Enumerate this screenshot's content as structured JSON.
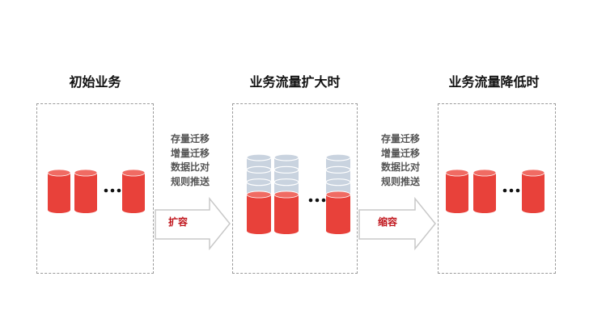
{
  "stages": [
    {
      "title": "初始业务"
    },
    {
      "title": "业务流量扩大时"
    },
    {
      "title": "业务流量降低时"
    }
  ],
  "transitions": [
    {
      "operations": [
        "存量迁移",
        "增量迁移",
        "数据比对",
        "规则推送"
      ],
      "label": "扩容"
    },
    {
      "operations": [
        "存量迁移",
        "增量迁移",
        "数据比对",
        "规则推送"
      ],
      "label": "缩容"
    }
  ],
  "colors": {
    "cylinder_red": "#e8413a",
    "cylinder_red_top": "#f06b63",
    "cylinder_gray": "#c9d3df",
    "label_red": "#c0141b",
    "border_dashed": "#9a9a9a"
  }
}
